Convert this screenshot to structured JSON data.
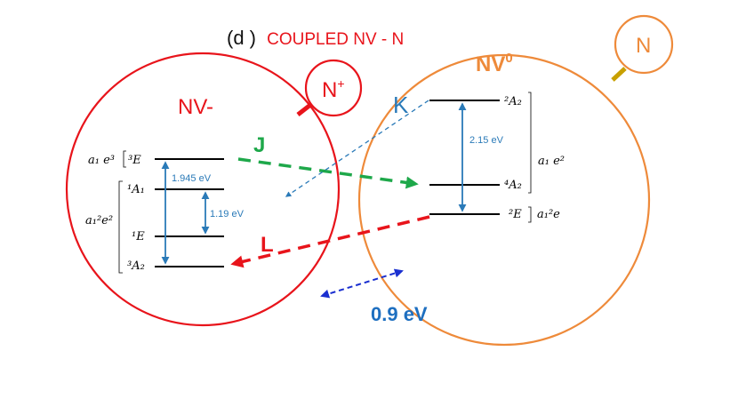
{
  "title": {
    "prefix": "(d )",
    "main": "COUPLED NV - N",
    "prefix_color": "#111111",
    "main_color": "#e8141b"
  },
  "nv_minus": {
    "label": "NV-",
    "color": "#e8141b",
    "attached_label": "N",
    "attached_sup": "+",
    "levels": [
      {
        "name": "³E",
        "config": "a₁ e³"
      },
      {
        "name": "¹A₁",
        "config": ""
      },
      {
        "name": "¹E",
        "config": ""
      },
      {
        "name": "³A₂",
        "config": ""
      }
    ],
    "group_config": "a₁²e²",
    "transitions": [
      {
        "label": "1.945 eV"
      },
      {
        "label": "1.19 eV"
      }
    ]
  },
  "nv_zero": {
    "label": "NV",
    "label_sup": "0",
    "color": "#ee8a3a",
    "attached_label": "N",
    "attached_color": "#ee8a3a",
    "stub_color": "#c8a000",
    "levels": [
      {
        "name": "²A₂"
      },
      {
        "name": "⁴A₂"
      },
      {
        "name": "²E"
      }
    ],
    "group_config_upper": "a₁ e²",
    "group_config_lower": "a₁²e",
    "transitions": [
      {
        "label": "2.15 eV"
      }
    ]
  },
  "processes": [
    {
      "label": "J",
      "color": "#1ea84a"
    },
    {
      "label": "K",
      "color": "#2a7ab8"
    },
    {
      "label": "L",
      "color": "#e8141b"
    }
  ],
  "separation": {
    "label": "0.9 eV",
    "color": "#1e6fc0",
    "arrow_color": "#1a2fd0"
  },
  "colors": {
    "level_line": "#000000",
    "energy_arrow": "#2a7ab8",
    "energy_text": "#2a7ab8"
  }
}
